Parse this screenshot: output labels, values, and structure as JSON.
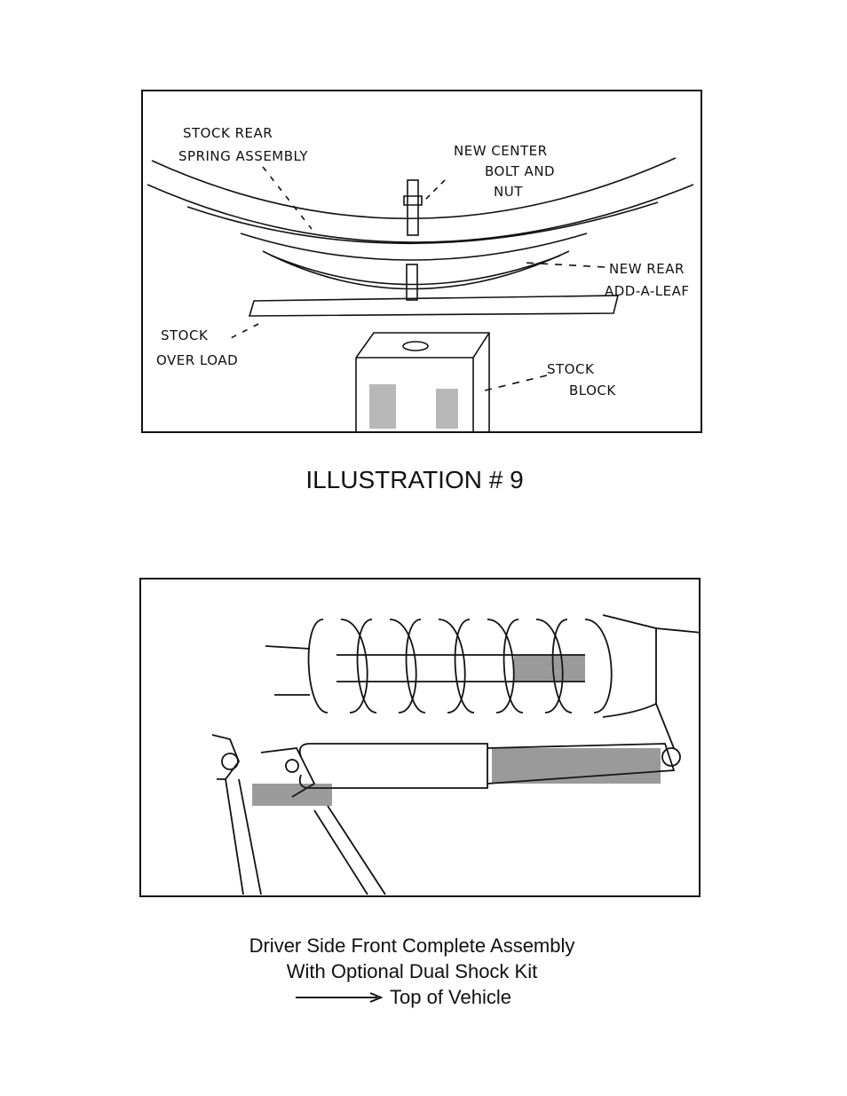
{
  "illustration_top": {
    "labels": {
      "stock_rear_line1": "STOCK REAR",
      "stock_rear_line2": "SPRING ASSEMBLY",
      "new_center_line1": "NEW CENTER",
      "new_center_line2": "BOLT AND",
      "new_center_line3": "NUT",
      "new_rear_line1": "NEW REAR",
      "new_rear_line2": "ADD-A-LEAF",
      "stock_overload_line1": "STOCK",
      "stock_overload_line2": "OVER LOAD",
      "stock_block_line1": "STOCK",
      "stock_block_line2": "BLOCK"
    },
    "title": "ILLUSTRATION # 9"
  },
  "illustration_bottom": {
    "caption_line1": "Driver Side Front Complete Assembly",
    "caption_line2": "With Optional Dual Shock Kit",
    "caption_line3": "Top of Vehicle",
    "arrow_icon": "right-arrow-icon"
  }
}
